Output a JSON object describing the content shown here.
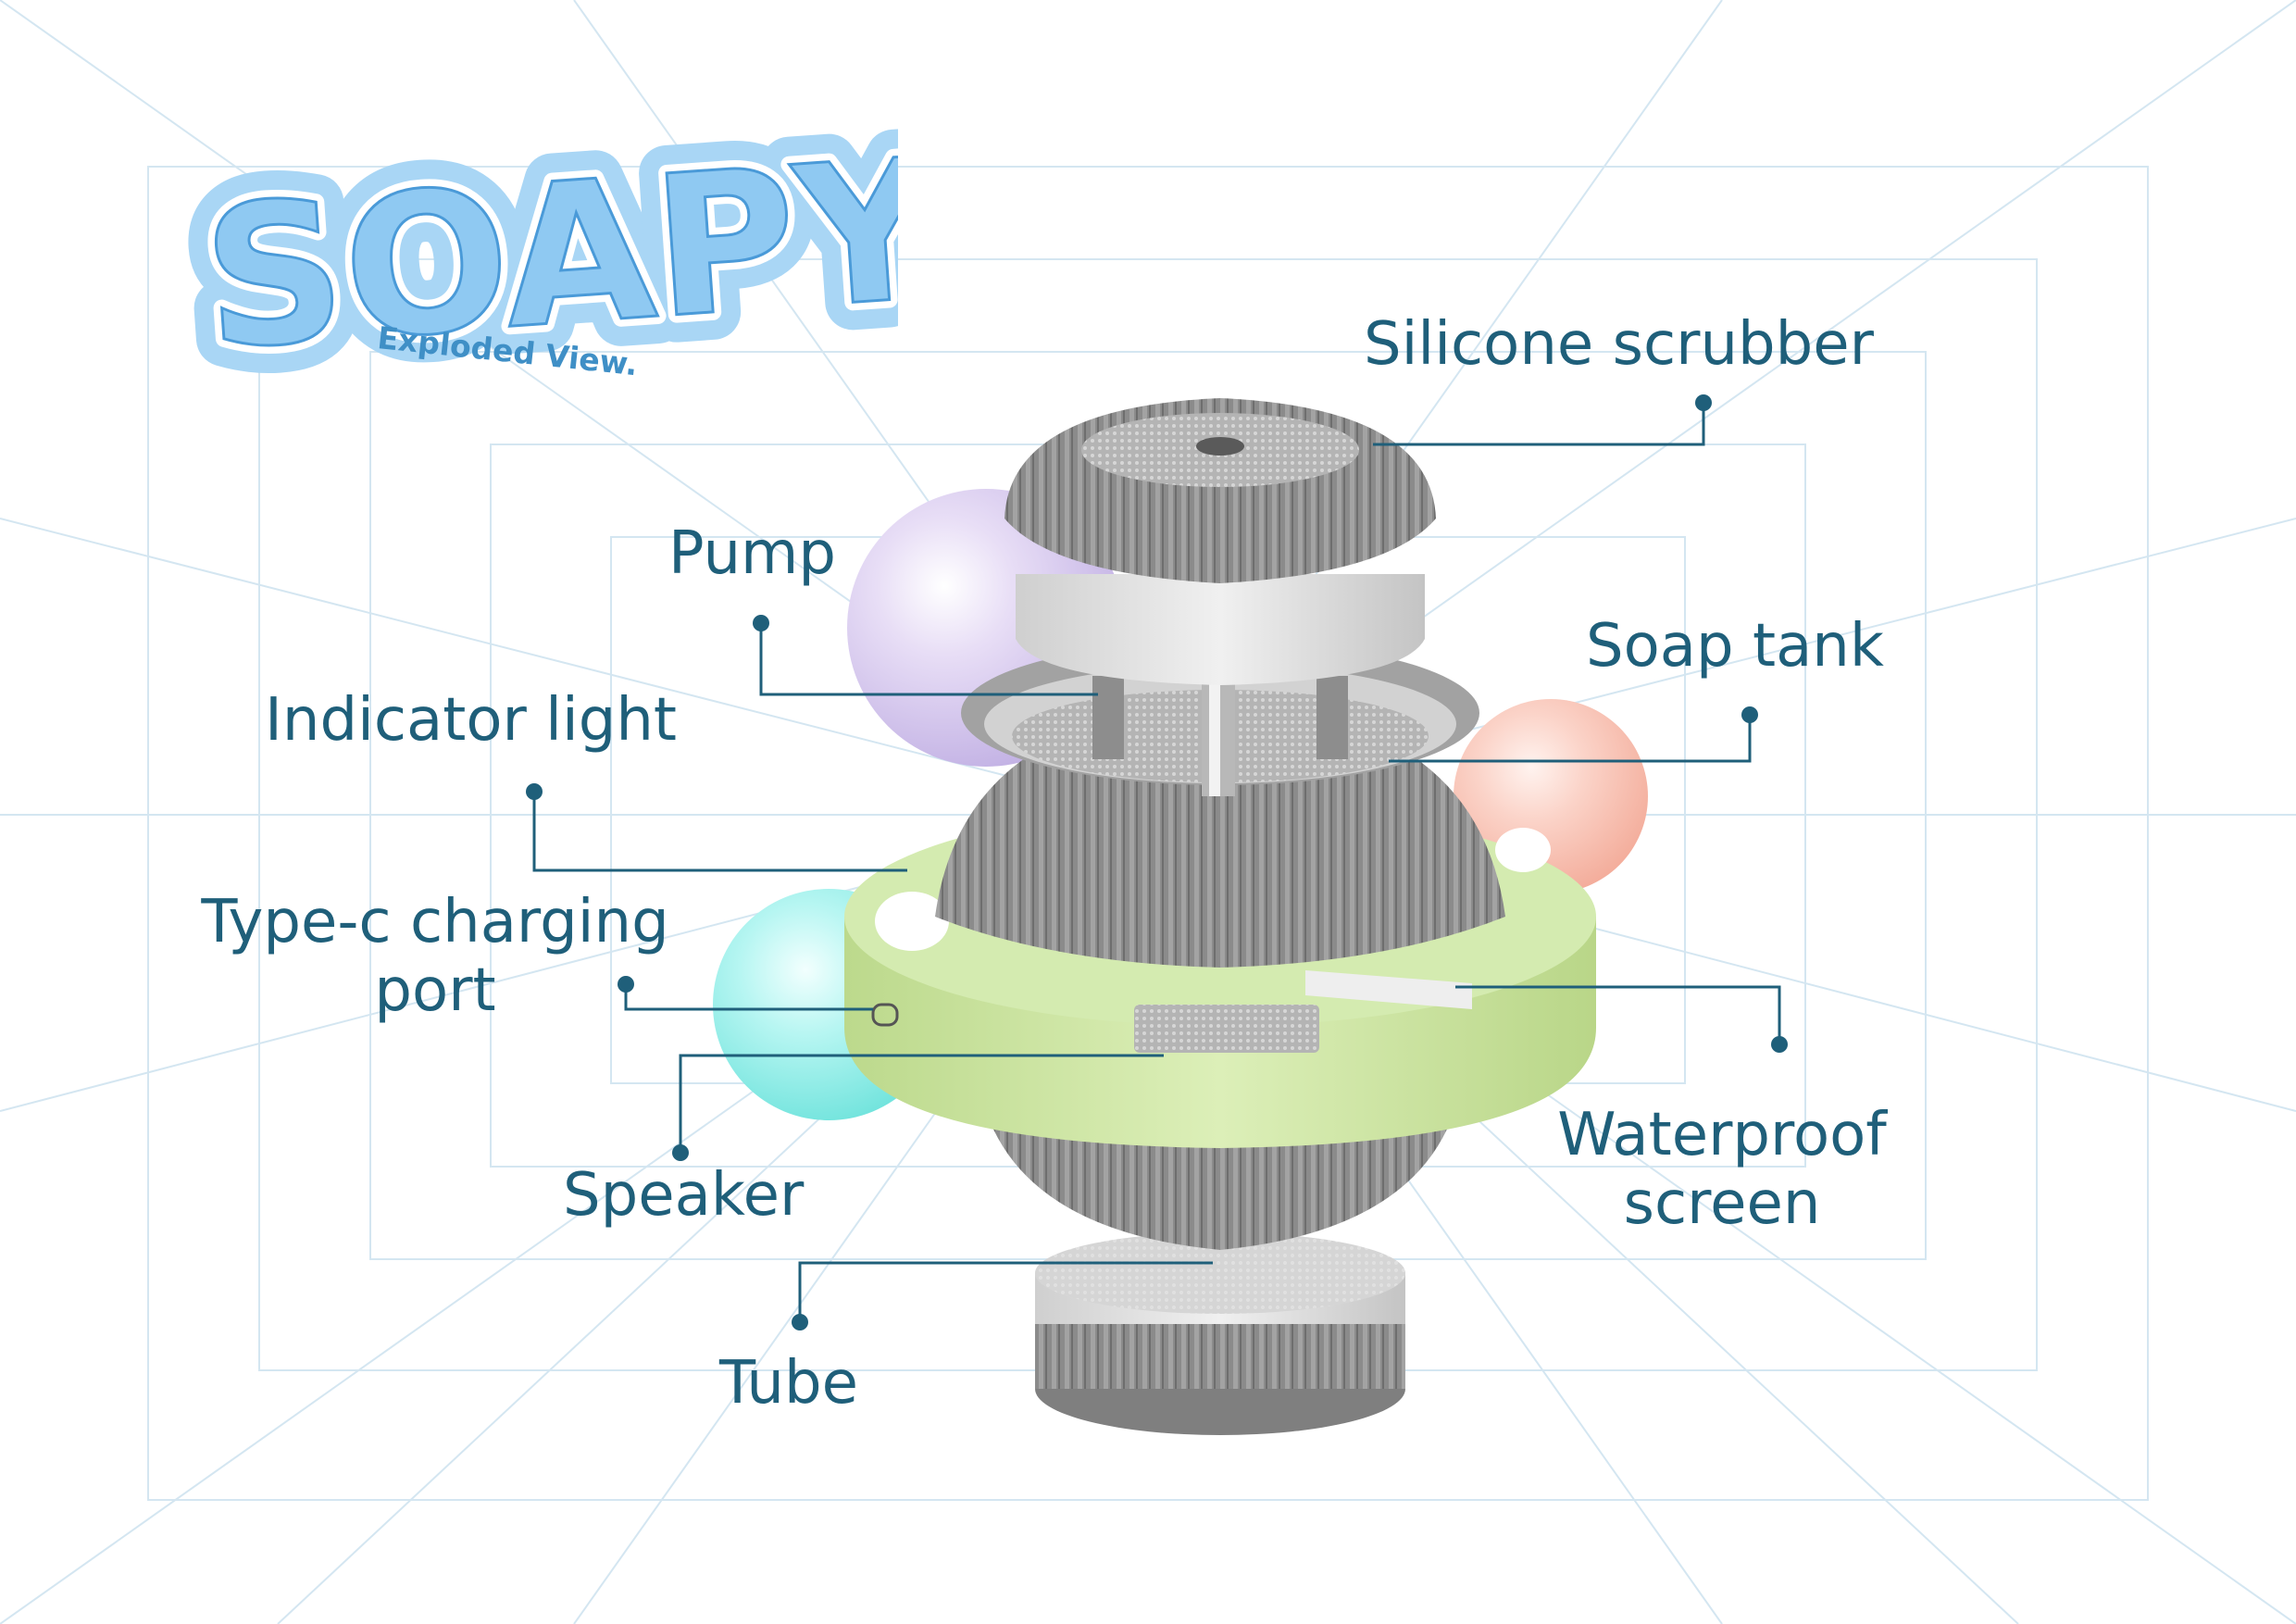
{
  "logo": {
    "wordmark": "SOAPY",
    "subtitle": "Exploded View."
  },
  "labels": {
    "silicone_scrubber": "Silicone scrubber",
    "pump": "Pump",
    "soap_tank": "Soap tank",
    "indicator_light": "Indicator light",
    "type_c_line1": "Type-c charging",
    "type_c_line2": "port",
    "speaker": "Speaker",
    "waterproof_line1": "Waterproof",
    "waterproof_line2": "screen",
    "tube": "Tube"
  },
  "colors": {
    "label_text": "#1f5f7a",
    "leader_line": "#1f5f7a",
    "grid": "#d4e6f1",
    "logo_fill": "#a9d6f5",
    "logo_outline": "#4a9ad8",
    "ring_green": "#cfe6a3",
    "body_gray": "#8a8a8a",
    "sphere_purple": "#d9cdee",
    "sphere_peach": "#f8c9bd",
    "sphere_cyan": "#9ff0ec"
  }
}
